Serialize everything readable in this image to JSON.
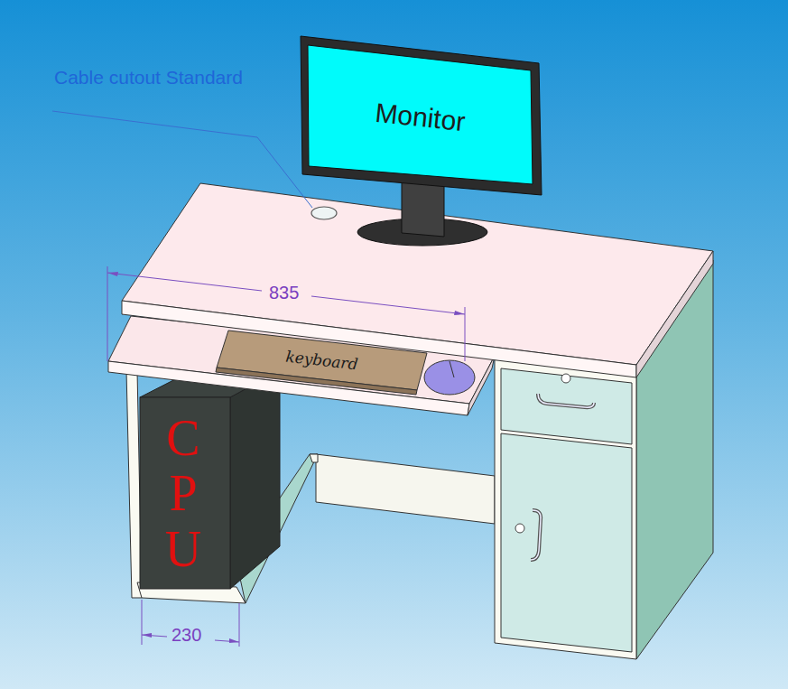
{
  "diagram": {
    "nodes": [
      {
        "text": [
          "Monitor"
        ]
      },
      {
        "text": [
          "keyboard"
        ]
      },
      {
        "text": [
          "CPU"
        ]
      }
    ],
    "labels": [
      "Cable cutout Standard",
      "835",
      "230"
    ]
  }
}
